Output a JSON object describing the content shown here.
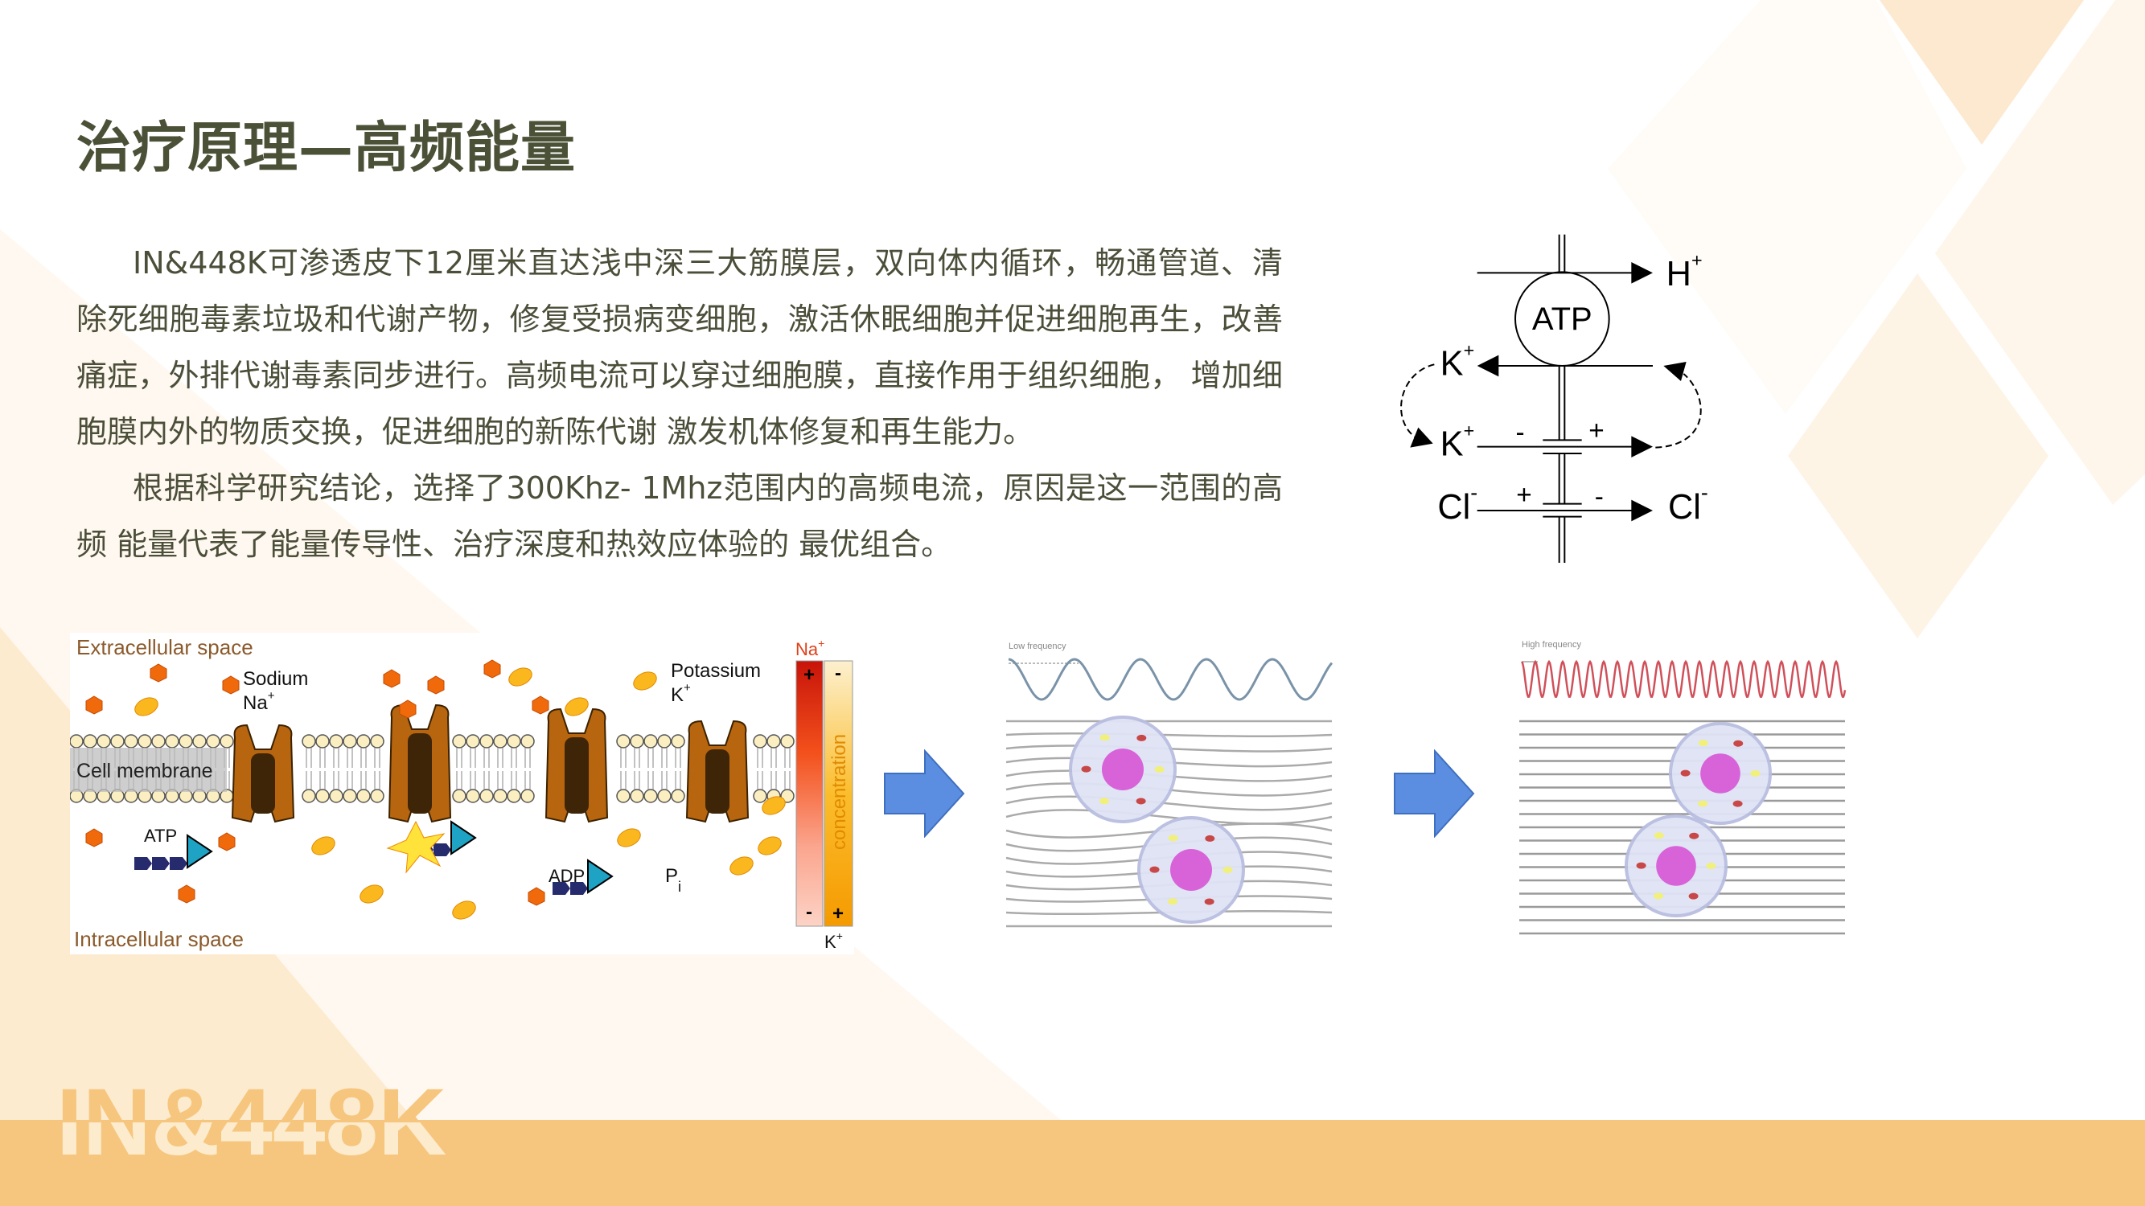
{
  "title": "治疗原理—高频能量",
  "paragraphs": [
    "IN&448K可渗透皮下12厘米直达浅中深三大筋膜层，双向体内循环，畅通管道、清除死细胞毒素垃圾和代谢产物，修复受损病变细胞，激活休眠细胞并促进细胞再生，改善痛症，外排代谢毒素同步进行。高频电流可以穿过细胞膜，直接作用于组织细胞， 增加细胞膜内外的物质交换，促进细胞的新陈代谢 激发机体修复和再生能力。",
    "根据科学研究结论，选择了300Khz-  1Mhz范围内的高频电流，原因是这一范围的高频 能量代表了能量传导性、治疗深度和热效应体验的 最优组合。"
  ],
  "atp_diagram": {
    "center": "ATP",
    "h": "H",
    "h_sup": "+",
    "k": "K",
    "k_sup": "+",
    "cl": "Cl",
    "cl_sup": "-",
    "plus": "+",
    "minus": "-"
  },
  "membrane": {
    "extracellular": "Extracellular space",
    "intracellular": "Intracellular space",
    "cell_membrane": "Cell membrane",
    "sodium": "Sodium",
    "na": "Na",
    "plus": "+",
    "potassium": "Potassium",
    "k": "K",
    "atp": "ATP",
    "adp": "ADP",
    "p": "P",
    "i": "i",
    "concentration": "concentration",
    "minus": "-"
  },
  "frequency": {
    "low_label": "Low frequency",
    "high_label": "High frequency"
  },
  "watermark": "IN&448K",
  "colors": {
    "accent": "#f6c67e",
    "title": "#4a5137",
    "arrow": "#5b8ee0"
  }
}
